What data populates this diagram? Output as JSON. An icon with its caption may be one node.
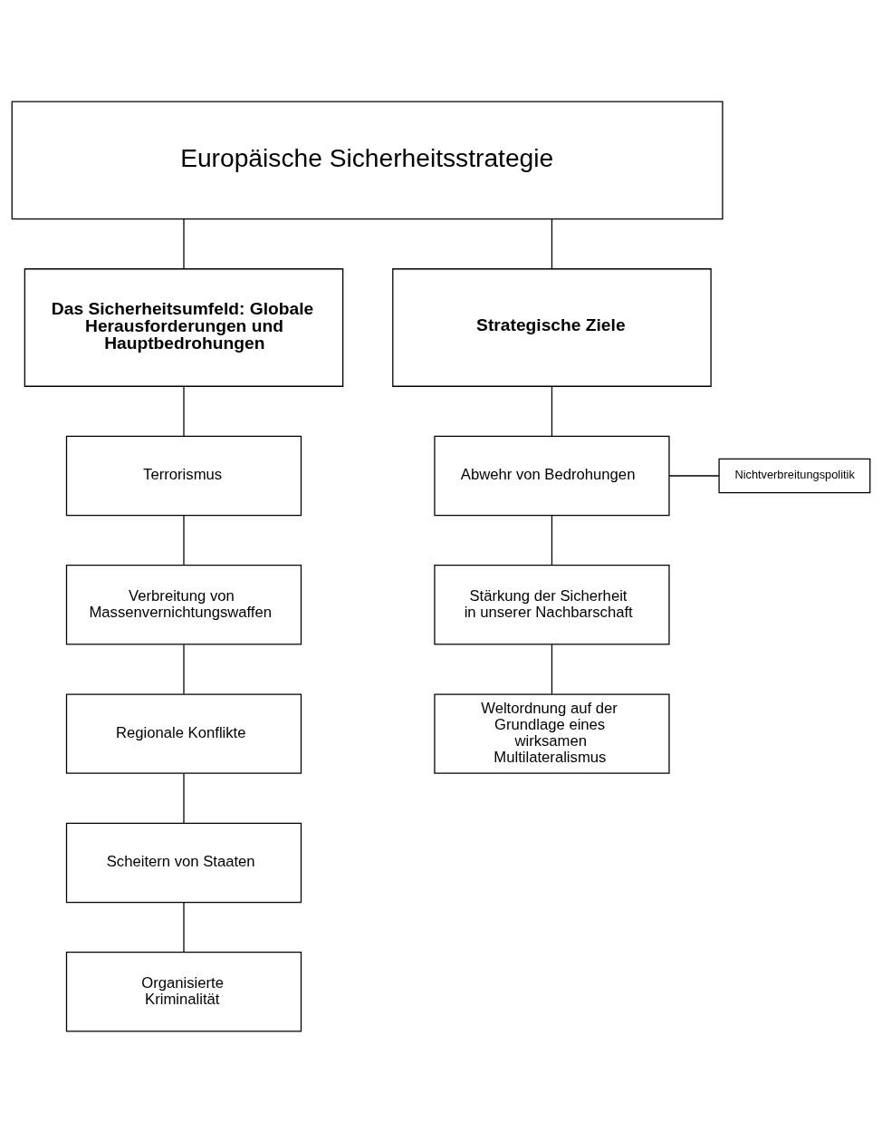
{
  "diagram": {
    "nodes": [
      {
        "text": [
          "Europäische Sicherheitsstrategie"
        ]
      },
      {
        "text": [
          "Das Sicherheitsumfeld: Globale Herausforderungen und Hauptbedrohungen"
        ]
      },
      {
        "text": [
          "Strategische Ziele"
        ]
      },
      {
        "text": [
          "Terrorismus"
        ]
      },
      {
        "text": [
          "Verbreitung von Massenvernichtungswaffen"
        ]
      },
      {
        "text": [
          "Regionale Konflikte"
        ]
      },
      {
        "text": [
          "Scheitern von Staaten"
        ]
      },
      {
        "text": [
          "Organisierte Kriminalität"
        ]
      },
      {
        "text": [
          "Abwehr von Bedrohungen"
        ]
      },
      {
        "text": [
          "Nichtverbreitungspolitik"
        ]
      },
      {
        "text": [
          "Stärkung der Sicherheit in unserer Nachbarschaft"
        ]
      },
      {
        "text": [
          "Weltordnung auf der Grundlage eines wirksamen Multilateralismus"
        ]
      }
    ],
    "edges": [
      {
        "from": 0,
        "to": 1,
        "arrow": "none"
      },
      {
        "from": 0,
        "to": 2,
        "arrow": "none"
      },
      {
        "from": 1,
        "to": 3,
        "arrow": "none"
      },
      {
        "from": 3,
        "to": 4,
        "arrow": "none"
      },
      {
        "from": 4,
        "to": 5,
        "arrow": "none"
      },
      {
        "from": 5,
        "to": 6,
        "arrow": "none"
      },
      {
        "from": 6,
        "to": 7,
        "arrow": "none"
      },
      {
        "from": 2,
        "to": 8,
        "arrow": "none"
      },
      {
        "from": 8,
        "to": 9,
        "arrow": "none"
      },
      {
        "from": 8,
        "to": 10,
        "arrow": "none"
      },
      {
        "from": 10,
        "to": 11,
        "arrow": "none"
      }
    ]
  }
}
